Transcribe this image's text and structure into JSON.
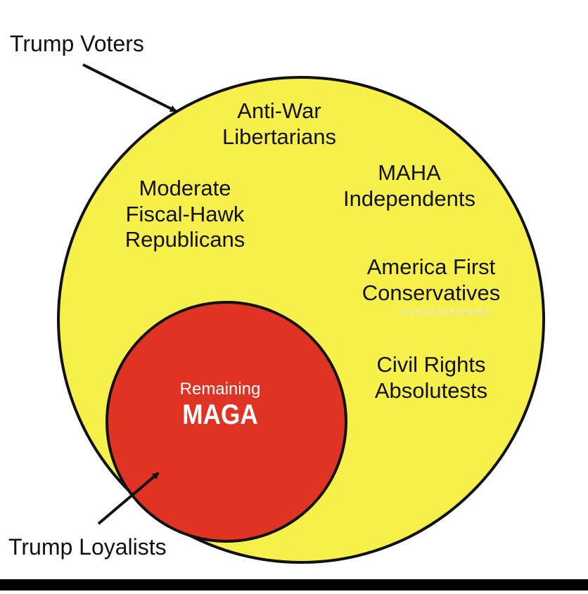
{
  "outer_set": {
    "label": "Trump Voters",
    "fill_color": "#f7f04b",
    "border_color": "#111111"
  },
  "inner_set": {
    "label": "Trump Loyalists",
    "title_small": "Remaining",
    "title_big": "MAGA",
    "fill_color": "#e03324",
    "border_color": "#111111"
  },
  "groups": [
    "Anti-War\nLibertarians",
    "MAHA\nIndependents",
    "Moderate\nFiscal-Hawk\nRepublicans",
    "America First\nConservatives",
    "Civil Rights\nAbsolutests"
  ],
  "watermark": "NICKSDANKMEMES"
}
